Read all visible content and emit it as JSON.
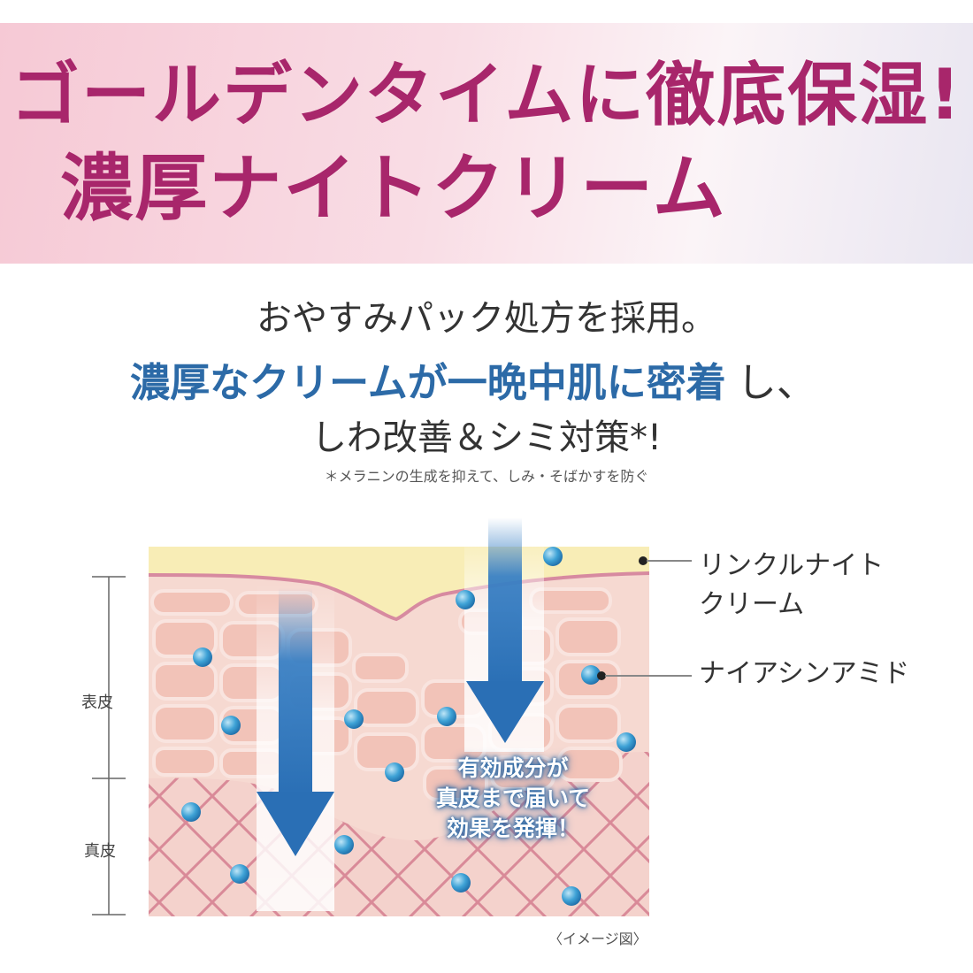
{
  "banner": {
    "line1": "ゴールデンタイムに徹底保湿!",
    "line2": "濃厚ナイトクリーム",
    "text_color": "#a8266b"
  },
  "copy": {
    "line1": "おやすみパック処方を採用。",
    "line2_highlight": "濃厚なクリームが一晩中肌に密着",
    "line2_tail": "し、",
    "line3": "しわ改善＆シミ対策*!",
    "note": "＊メラニンの生成を抑えて、しみ・そばかすを防ぐ",
    "highlight_color": "#2c6aa7"
  },
  "diagram": {
    "callouts": {
      "cream": "リンクルナイト\nクリーム",
      "niacinamide": "ナイアシンアミド"
    },
    "layers": {
      "epidermis": "表皮",
      "dermis": "真皮"
    },
    "effect_text": "有効成分が\n真皮まで届いて\n効果を発揮！",
    "image_note": "〈イメージ図〉",
    "colors": {
      "cream_layer": "#f8edb6",
      "skin_cells": "#f2c3b8",
      "dermis": "#f4d2cc",
      "arrow": "#2f7ac2",
      "particle": "#3ea2d6"
    }
  }
}
